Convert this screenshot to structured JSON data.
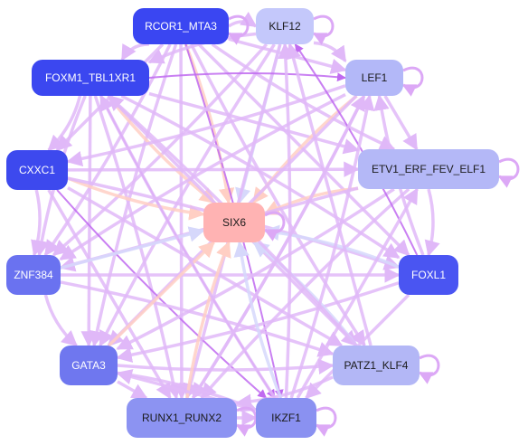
{
  "nodes": [
    {
      "id": "rcor1_mta3",
      "label": "RCOR1_MTA3",
      "fill": "#3a46f2",
      "text": "#ffffff"
    },
    {
      "id": "klf12",
      "label": "KLF12",
      "fill": "#c4c8fb",
      "text": "#1a1a1a"
    },
    {
      "id": "foxm1_tbl1xr1",
      "label": "FOXM1_TBL1XR1",
      "fill": "#3b47f0",
      "text": "#ffffff"
    },
    {
      "id": "lef1",
      "label": "LEF1",
      "fill": "#b3b8f8",
      "text": "#1a1a1a"
    },
    {
      "id": "cxxc1",
      "label": "CXXC1",
      "fill": "#3d49ee",
      "text": "#ffffff"
    },
    {
      "id": "etv1_erf_fev_elf1",
      "label": "ETV1_ERF_FEV_ELF1",
      "fill": "#b4b8f7",
      "text": "#1a1a1a"
    },
    {
      "id": "six6",
      "label": "SIX6",
      "fill": "#ffb3b3",
      "text": "#1a1a1a"
    },
    {
      "id": "znf384",
      "label": "ZNF384",
      "fill": "#6a72f0",
      "text": "#ffffff"
    },
    {
      "id": "foxl1",
      "label": "FOXL1",
      "fill": "#4a55f2",
      "text": "#ffffff"
    },
    {
      "id": "gata3",
      "label": "GATA3",
      "fill": "#6f77ef",
      "text": "#ffffff"
    },
    {
      "id": "patz1_klf4",
      "label": "PATZ1_KLF4",
      "fill": "#b3b7f6",
      "text": "#1a1a1a"
    },
    {
      "id": "runx1_runx2",
      "label": "RUNX1_RUNX2",
      "fill": "#8c93f2",
      "text": "#1a1a1a"
    },
    {
      "id": "ikzf1",
      "label": "IKZF1",
      "fill": "#8a91f1",
      "text": "#1a1a1a"
    }
  ],
  "edges": [
    {
      "from": "rcor1_mta3",
      "to": "klf12",
      "color": "#e0b8f8"
    },
    {
      "from": "rcor1_mta3",
      "to": "lef1",
      "color": "#e0b8f8"
    },
    {
      "from": "rcor1_mta3",
      "to": "etv1_erf_fev_elf1",
      "color": "#e0b8f8"
    },
    {
      "from": "rcor1_mta3",
      "to": "six6",
      "color": "#ffcfc4"
    },
    {
      "from": "rcor1_mta3",
      "to": "foxl1",
      "color": "#e0b8f8"
    },
    {
      "from": "rcor1_mta3",
      "to": "patz1_klf4",
      "color": "#e0b8f8"
    },
    {
      "from": "rcor1_mta3",
      "to": "ikzf1",
      "color": "#c06af0"
    },
    {
      "from": "rcor1_mta3",
      "to": "runx1_runx2",
      "color": "#e0b8f8"
    },
    {
      "from": "rcor1_mta3",
      "to": "gata3",
      "color": "#e0b8f8"
    },
    {
      "from": "rcor1_mta3",
      "to": "znf384",
      "color": "#e0b8f8"
    },
    {
      "from": "rcor1_mta3",
      "to": "cxxc1",
      "color": "#e0b8f8"
    },
    {
      "from": "rcor1_mta3",
      "to": "foxm1_tbl1xr1",
      "color": "#e0b8f8"
    },
    {
      "from": "klf12",
      "to": "lef1",
      "color": "#e0b8f8"
    },
    {
      "from": "klf12",
      "to": "six6",
      "color": "#d6d8fb"
    },
    {
      "from": "klf12",
      "to": "gata3",
      "color": "#e0b8f8"
    },
    {
      "from": "klf12",
      "to": "znf384",
      "color": "#e0b8f8"
    },
    {
      "from": "klf12",
      "to": "runx1_runx2",
      "color": "#e0b8f8"
    },
    {
      "from": "klf12",
      "to": "foxm1_tbl1xr1",
      "color": "#e0b8f8"
    },
    {
      "from": "foxm1_tbl1xr1",
      "to": "lef1",
      "color": "#c06af0"
    },
    {
      "from": "foxm1_tbl1xr1",
      "to": "etv1_erf_fev_elf1",
      "color": "#e0b8f8"
    },
    {
      "from": "foxm1_tbl1xr1",
      "to": "six6",
      "color": "#ffcfc4"
    },
    {
      "from": "foxm1_tbl1xr1",
      "to": "foxl1",
      "color": "#e0b8f8"
    },
    {
      "from": "foxm1_tbl1xr1",
      "to": "patz1_klf4",
      "color": "#e0b8f8"
    },
    {
      "from": "foxm1_tbl1xr1",
      "to": "ikzf1",
      "color": "#c06af0"
    },
    {
      "from": "foxm1_tbl1xr1",
      "to": "runx1_runx2",
      "color": "#e0b8f8"
    },
    {
      "from": "foxm1_tbl1xr1",
      "to": "gata3",
      "color": "#e0b8f8"
    },
    {
      "from": "foxm1_tbl1xr1",
      "to": "znf384",
      "color": "#e0b8f8"
    },
    {
      "from": "foxm1_tbl1xr1",
      "to": "cxxc1",
      "color": "#e0b8f8"
    },
    {
      "from": "lef1",
      "to": "etv1_erf_fev_elf1",
      "color": "#e0b8f8"
    },
    {
      "from": "lef1",
      "to": "six6",
      "color": "#ffcfc4"
    },
    {
      "from": "lef1",
      "to": "runx1_runx2",
      "color": "#e0b8f8"
    },
    {
      "from": "lef1",
      "to": "gata3",
      "color": "#e0b8f8"
    },
    {
      "from": "lef1",
      "to": "znf384",
      "color": "#e0b8f8"
    },
    {
      "from": "lef1",
      "to": "cxxc1",
      "color": "#e0b8f8"
    },
    {
      "from": "cxxc1",
      "to": "etv1_erf_fev_elf1",
      "color": "#e0b8f8"
    },
    {
      "from": "cxxc1",
      "to": "six6",
      "color": "#ffcfc4"
    },
    {
      "from": "cxxc1",
      "to": "znf384",
      "color": "#e0b8f8"
    },
    {
      "from": "cxxc1",
      "to": "patz1_klf4",
      "color": "#e0b8f8"
    },
    {
      "from": "cxxc1",
      "to": "ikzf1",
      "color": "#c06af0"
    },
    {
      "from": "cxxc1",
      "to": "foxl1",
      "color": "#e0b8f8"
    },
    {
      "from": "cxxc1",
      "to": "runx1_runx2",
      "color": "#e0b8f8"
    },
    {
      "from": "etv1_erf_fev_elf1",
      "to": "six6",
      "color": "#ffcfc4"
    },
    {
      "from": "etv1_erf_fev_elf1",
      "to": "gata3",
      "color": "#e0b8f8"
    },
    {
      "from": "etv1_erf_fev_elf1",
      "to": "znf384",
      "color": "#e0b8f8"
    },
    {
      "from": "etv1_erf_fev_elf1",
      "to": "runx1_runx2",
      "color": "#e0b8f8"
    },
    {
      "from": "etv1_erf_fev_elf1",
      "to": "foxl1",
      "color": "#e0b8f8"
    },
    {
      "from": "znf384",
      "to": "six6",
      "color": "#d6d8fb"
    },
    {
      "from": "znf384",
      "to": "gata3",
      "color": "#e0b8f8"
    },
    {
      "from": "znf384",
      "to": "patz1_klf4",
      "color": "#e0b8f8"
    },
    {
      "from": "znf384",
      "to": "foxl1",
      "color": "#e0b8f8"
    },
    {
      "from": "foxl1",
      "to": "six6",
      "color": "#d6d8fb"
    },
    {
      "from": "foxl1",
      "to": "gata3",
      "color": "#e0b8f8"
    },
    {
      "from": "foxl1",
      "to": "ikzf1",
      "color": "#e0b8f8"
    },
    {
      "from": "foxl1",
      "to": "klf12",
      "color": "#c06af0"
    },
    {
      "from": "foxl1",
      "to": "lef1",
      "color": "#e0b8f8"
    },
    {
      "from": "gata3",
      "to": "six6",
      "color": "#ffcfc4"
    },
    {
      "from": "gata3",
      "to": "patz1_klf4",
      "color": "#e0b8f8"
    },
    {
      "from": "gata3",
      "to": "ikzf1",
      "color": "#e0b8f8"
    },
    {
      "from": "gata3",
      "to": "runx1_runx2",
      "color": "#e0b8f8"
    },
    {
      "from": "patz1_klf4",
      "to": "six6",
      "color": "#d6d8fb"
    },
    {
      "from": "patz1_klf4",
      "to": "runx1_runx2",
      "color": "#e0b8f8"
    },
    {
      "from": "patz1_klf4",
      "to": "klf12",
      "color": "#e0b8f8"
    },
    {
      "from": "patz1_klf4",
      "to": "foxm1_tbl1xr1",
      "color": "#e0b8f8"
    },
    {
      "from": "runx1_runx2",
      "to": "six6",
      "color": "#ffcfc4"
    },
    {
      "from": "runx1_runx2",
      "to": "ikzf1",
      "color": "#e0b8f8"
    },
    {
      "from": "runx1_runx2",
      "to": "lef1",
      "color": "#e0b8f8"
    },
    {
      "from": "ikzf1",
      "to": "six6",
      "color": "#d6d8fb"
    },
    {
      "from": "ikzf1",
      "to": "gata3",
      "color": "#e0b8f8"
    },
    {
      "from": "ikzf1",
      "to": "klf12",
      "color": "#e0b8f8"
    },
    {
      "from": "ikzf1",
      "to": "foxm1_tbl1xr1",
      "color": "#e0b8f8"
    },
    {
      "from": "ikzf1",
      "to": "etv1_erf_fev_elf1",
      "color": "#e0b8f8"
    },
    {
      "from": "ikzf1",
      "to": "lef1",
      "color": "#e0b8f8"
    }
  ],
  "self_loops": [
    "rcor1_mta3",
    "klf12",
    "lef1",
    "etv1_erf_fev_elf1",
    "six6",
    "patz1_klf4",
    "ikzf1",
    "runx1_runx2"
  ]
}
